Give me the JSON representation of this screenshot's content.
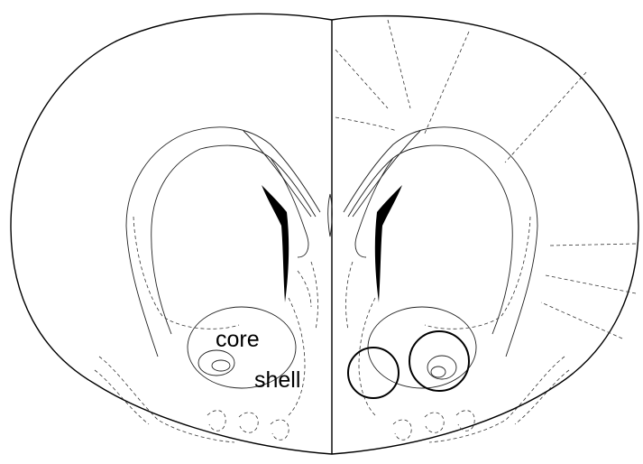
{
  "labels": {
    "core": "core",
    "shell": "shell"
  },
  "colors": {
    "background": "#ffffff",
    "line": "#000000",
    "ventricle_fill": "#000000"
  },
  "markers": {
    "count": 2,
    "shape": "circle",
    "hemisphere": "right"
  }
}
